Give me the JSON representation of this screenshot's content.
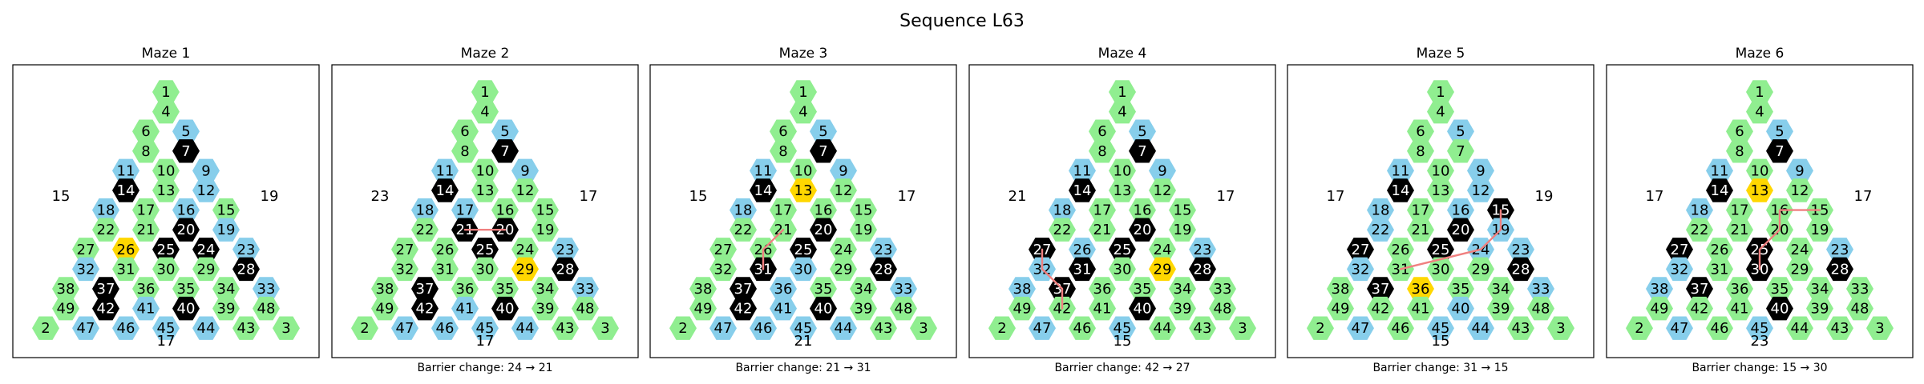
{
  "title": "Sequence L63",
  "colors": {
    "green": "#90ee90",
    "blue": "#87ceeb",
    "black": "#000000",
    "yellow": "#ffd700",
    "path": "#f08080"
  },
  "grid_rows": [
    [
      1
    ],
    [
      4
    ],
    [
      6,
      5
    ],
    [
      8,
      7
    ],
    [
      11,
      10,
      9
    ],
    [
      14,
      13,
      12
    ],
    [
      18,
      17,
      16,
      15
    ],
    [
      22,
      21,
      20,
      19
    ],
    [
      27,
      26,
      25,
      24,
      23
    ],
    [
      32,
      31,
      30,
      29,
      28
    ],
    [
      38,
      37,
      36,
      35,
      34,
      33
    ],
    [
      49,
      42,
      41,
      40,
      39,
      48
    ],
    [
      2,
      47,
      46,
      45,
      44,
      43,
      3
    ]
  ],
  "mazes": [
    {
      "title": "Maze 1",
      "left": "15",
      "right": "19",
      "bottom": "17",
      "caption": "",
      "blue": [
        5,
        9,
        11,
        12,
        16,
        18,
        19,
        23,
        32,
        33,
        41,
        44,
        45,
        46,
        47
      ],
      "black": [
        7,
        14,
        20,
        24,
        25,
        28,
        37,
        40,
        42
      ],
      "yellow": [
        26
      ],
      "path": []
    },
    {
      "title": "Maze 2",
      "left": "23",
      "right": "17",
      "bottom": "17",
      "caption": "Barrier change: 24 → 21",
      "blue": [
        5,
        9,
        11,
        17,
        18,
        23,
        33,
        41,
        44,
        45,
        46,
        47
      ],
      "black": [
        7,
        14,
        20,
        21,
        25,
        28,
        37,
        40,
        42
      ],
      "yellow": [
        29
      ],
      "path": [
        21,
        20
      ]
    },
    {
      "title": "Maze 3",
      "left": "15",
      "right": "17",
      "bottom": "21",
      "caption": "Barrier change: 21 → 31",
      "blue": [
        5,
        9,
        11,
        18,
        23,
        30,
        33,
        36,
        41,
        44,
        45,
        46,
        47
      ],
      "black": [
        7,
        14,
        20,
        25,
        28,
        31,
        37,
        40,
        42
      ],
      "yellow": [
        13
      ],
      "path": [
        31,
        26,
        21
      ]
    },
    {
      "title": "Maze 4",
      "left": "21",
      "right": "17",
      "bottom": "15",
      "caption": "Barrier change: 42 → 27",
      "blue": [
        5,
        9,
        11,
        18,
        23,
        26,
        32,
        38,
        45,
        47
      ],
      "black": [
        7,
        14,
        20,
        25,
        27,
        28,
        31,
        37,
        40
      ],
      "yellow": [
        29
      ],
      "path": [
        42,
        37,
        32,
        27
      ]
    },
    {
      "title": "Maze 5",
      "left": "17",
      "right": "19",
      "bottom": "15",
      "caption": "Barrier change: 31 → 15",
      "blue": [
        5,
        9,
        11,
        12,
        16,
        18,
        19,
        22,
        23,
        24,
        32,
        33,
        40,
        44,
        45,
        47
      ],
      "black": [
        14,
        15,
        20,
        25,
        27,
        28,
        37
      ],
      "yellow": [
        36
      ],
      "path": [
        31,
        24,
        19,
        15
      ]
    },
    {
      "title": "Maze 6",
      "left": "17",
      "right": "17",
      "bottom": "23",
      "caption": "Barrier change: 15 → 30",
      "blue": [
        5,
        9,
        11,
        18,
        23,
        32,
        38,
        45,
        47
      ],
      "black": [
        7,
        14,
        25,
        27,
        28,
        30,
        37,
        40
      ],
      "yellow": [
        13
      ],
      "path": [
        30,
        25,
        20,
        16,
        15
      ]
    }
  ]
}
